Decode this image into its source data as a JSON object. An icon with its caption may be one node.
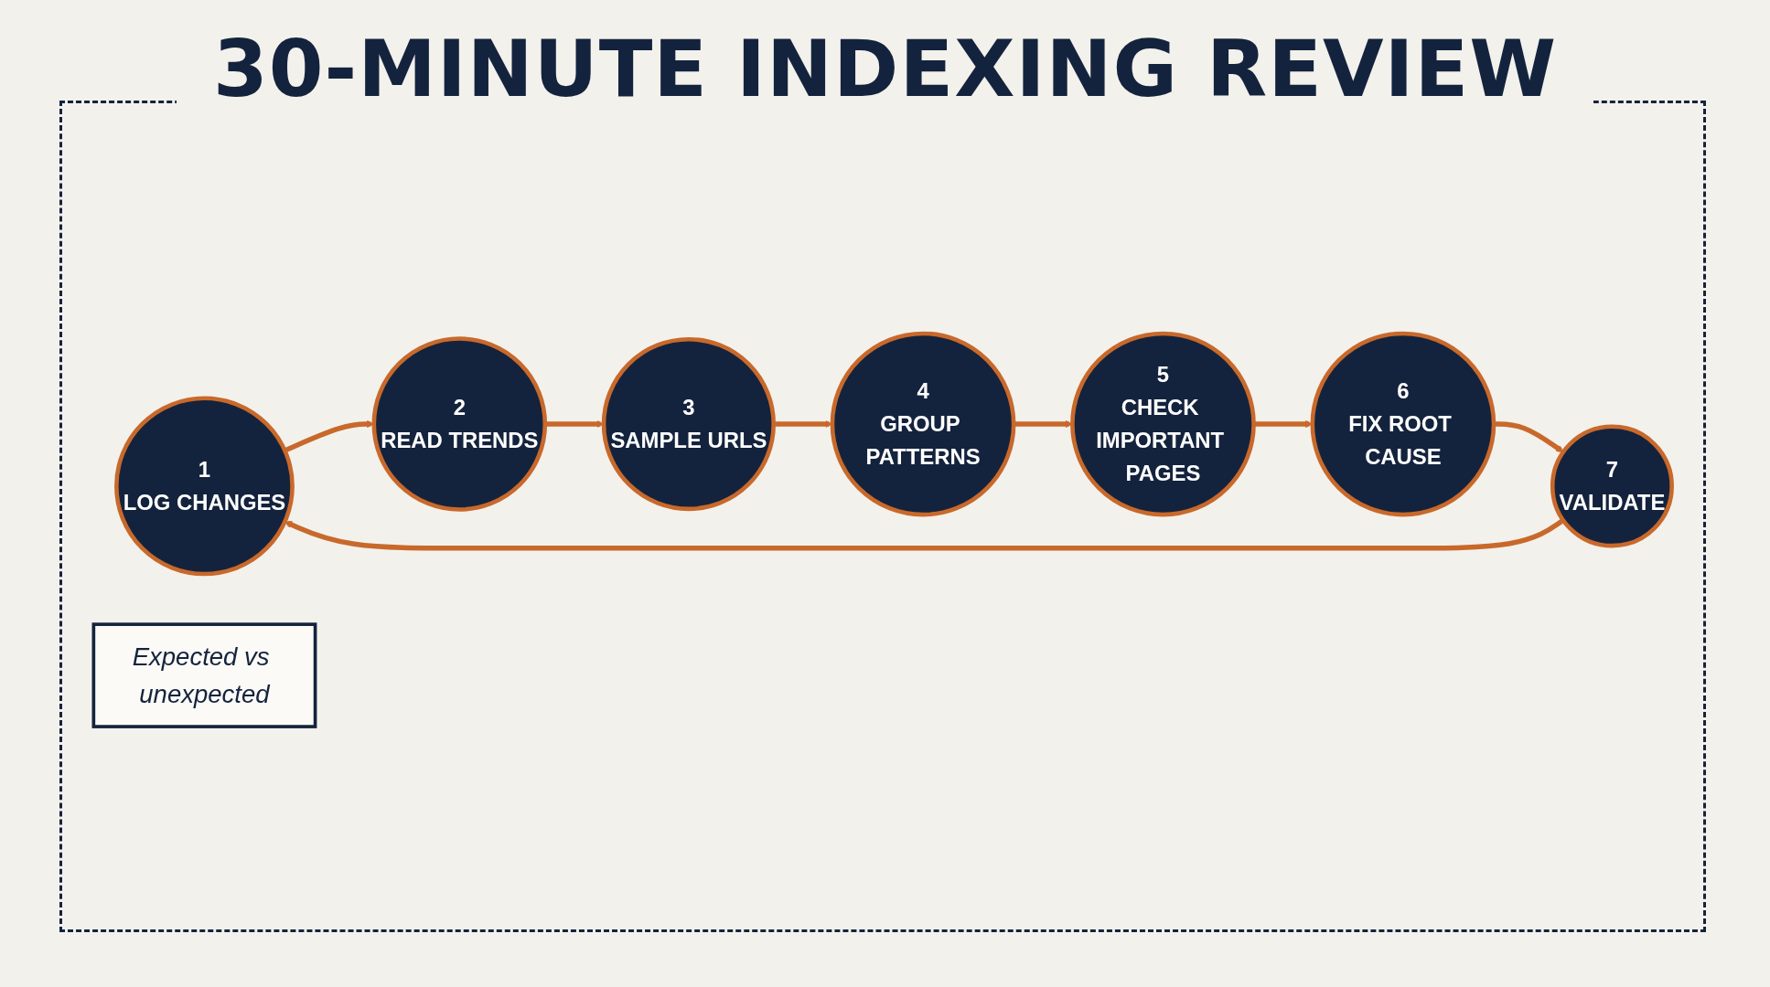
{
  "diagram": {
    "title": "30-MINUTE INDEXING REVIEW",
    "nodes": [
      {
        "text": [
          "1",
          "LOG CHANGES"
        ]
      },
      {
        "text": [
          "2",
          "READ TRENDS"
        ]
      },
      {
        "text": [
          "3",
          "SAMPLE URLS"
        ]
      },
      {
        "text": [
          "4",
          "GROUP PATTERNS"
        ]
      },
      {
        "text": [
          "5",
          "CHECK IMPORTANT PAGES"
        ]
      },
      {
        "text": [
          "6",
          "FIX ROOT CAUSE"
        ]
      },
      {
        "text": [
          "7",
          "VALIDATE"
        ]
      },
      {
        "text": [
          "Expected vs unexpected"
        ]
      }
    ],
    "edges": [
      {
        "from": 0,
        "to": 1,
        "arrow": "to"
      },
      {
        "from": 1,
        "to": 2,
        "arrow": "to"
      },
      {
        "from": 2,
        "to": 3,
        "arrow": "to"
      },
      {
        "from": 3,
        "to": 4,
        "arrow": "to"
      },
      {
        "from": 4,
        "to": 5,
        "arrow": "to"
      },
      {
        "from": 5,
        "to": 6,
        "arrow": "to"
      },
      {
        "from": 6,
        "to": 0,
        "arrow": "to"
      }
    ]
  }
}
